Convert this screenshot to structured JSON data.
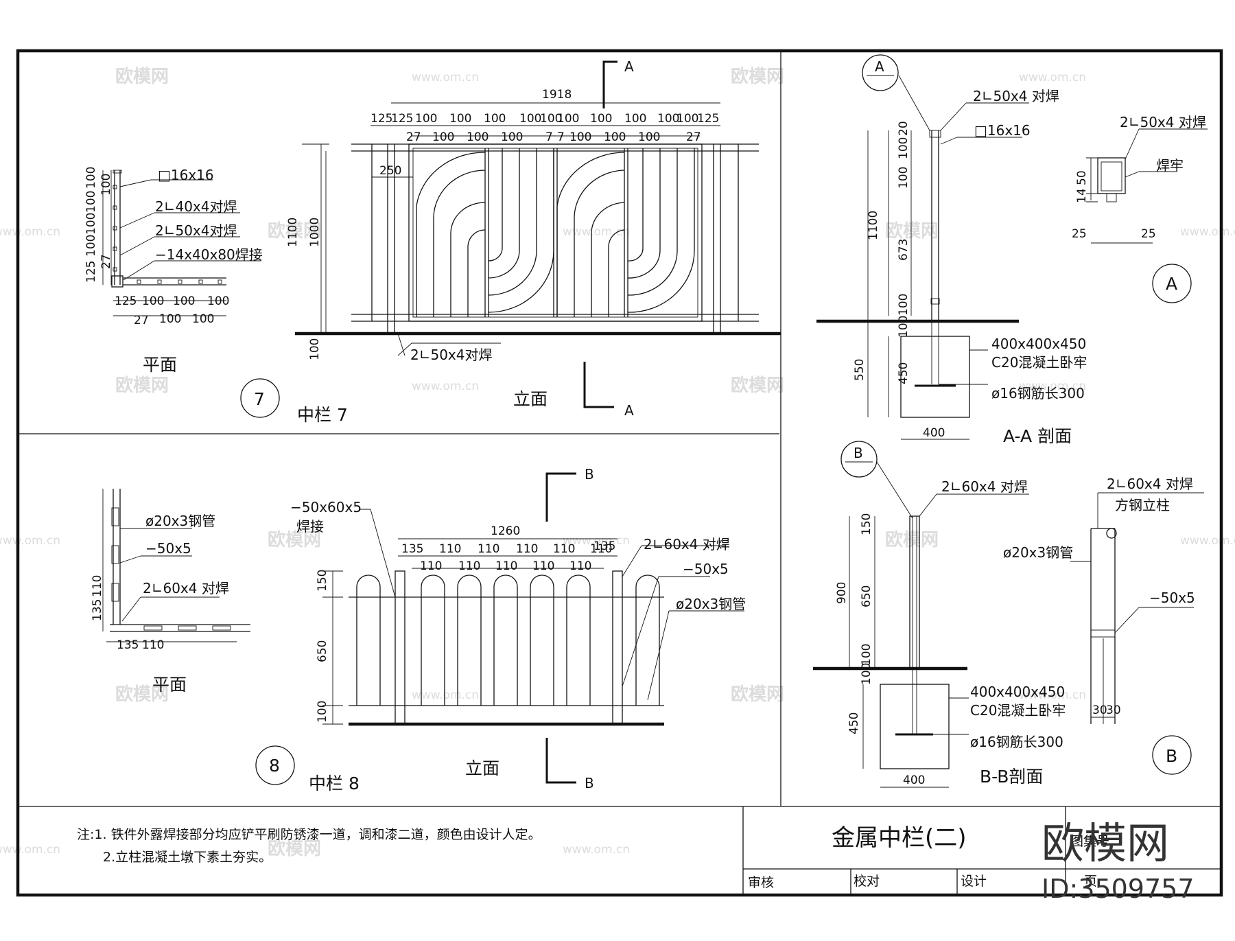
{
  "watermark": {
    "text1": "欧模网",
    "text2": "www.om.cn"
  },
  "brand": {
    "logo": "欧模网",
    "id": "ID:3509757"
  },
  "railing7": {
    "title": "中栏 7",
    "number": "7",
    "plan": {
      "label": "平面",
      "tags": [
        "□16x16",
        "2∟40x4对焊",
        "2∟50x4对焊",
        "−14x40x80焊接"
      ],
      "dims_v": [
        "100",
        "100",
        "100",
        "100",
        "100",
        "27",
        "125"
      ],
      "dims_h_top": [
        "125",
        "100",
        "100",
        "100"
      ],
      "dims_h_bottom": [
        "27",
        "100",
        "100"
      ]
    },
    "elevation": {
      "label": "立面",
      "total": "1918",
      "top_row": [
        "125",
        "125",
        "100",
        "100",
        "100",
        "100",
        "100",
        "100",
        "100",
        "100",
        "100",
        "100",
        "125"
      ],
      "second_row": [
        "27",
        "100",
        "100",
        "100",
        "7",
        "7",
        "100",
        "100",
        "100",
        "27"
      ],
      "dims_left": [
        "1100",
        "1000",
        "100"
      ],
      "inset": "250",
      "weld_tag": "2∟50x4对焊",
      "section_mark": "A"
    }
  },
  "section_aa": {
    "title": "A-A 剖面",
    "circle": "A",
    "tags": [
      "2∟50x4 对焊",
      "□16x16",
      "400x400x450",
      "C20混凝土卧牢",
      "ø16钢筋长300"
    ],
    "dims": [
      "20",
      "100",
      "100",
      "673",
      "100",
      "1100",
      "100",
      "450",
      "550"
    ],
    "width": "400",
    "detail_a": {
      "circle": "A",
      "tags": [
        "2∟50x4 对焊",
        "焊牢"
      ],
      "dims": [
        "50",
        "14",
        "25",
        "25"
      ]
    }
  },
  "railing8": {
    "title": "中栏 8",
    "number": "8",
    "plan": {
      "label": "平面",
      "tags": [
        "ø20x3钢管",
        "−50x5",
        "2∟60x4 对焊"
      ],
      "dims": [
        "135",
        "110",
        "135",
        "110"
      ]
    },
    "elevation": {
      "label": "立面",
      "total": "1260",
      "top_row": [
        "135",
        "110",
        "110",
        "110",
        "110",
        "110",
        "135"
      ],
      "second_row": [
        "110",
        "110",
        "110",
        "110",
        "110"
      ],
      "dims_left": [
        "150",
        "650",
        "100"
      ],
      "tags": [
        "−50x60x5",
        "焊接",
        "2∟60x4 对焊",
        "−50x5",
        "ø20x3钢管"
      ],
      "section_mark": "B"
    }
  },
  "section_bb": {
    "title": "B-B剖面",
    "circle": "B",
    "tags": [
      "2∟60x4 对焊",
      "400x400x450",
      "C20混凝土卧牢",
      "ø16钢筋长300"
    ],
    "dims": [
      "150",
      "650",
      "100",
      "900",
      "100",
      "450"
    ],
    "width": "400",
    "detail_b": {
      "circle": "B",
      "tags": [
        "2∟60x4 对焊",
        "方钢立柱",
        "ø20x3钢管",
        "−50x5"
      ],
      "dims": [
        "30",
        "30"
      ]
    }
  },
  "notes": {
    "line1": "注:1. 铁件外露焊接部分均应铲平刷防锈漆一道，调和漆二道，颜色由设计人定。",
    "line2": "2.立柱混凝土墩下素土夯实。"
  },
  "title_block": {
    "title": "金属中栏(二)",
    "fig_label": "图集号",
    "review": "审核",
    "check": "校对",
    "design": "设计",
    "page": "页"
  }
}
